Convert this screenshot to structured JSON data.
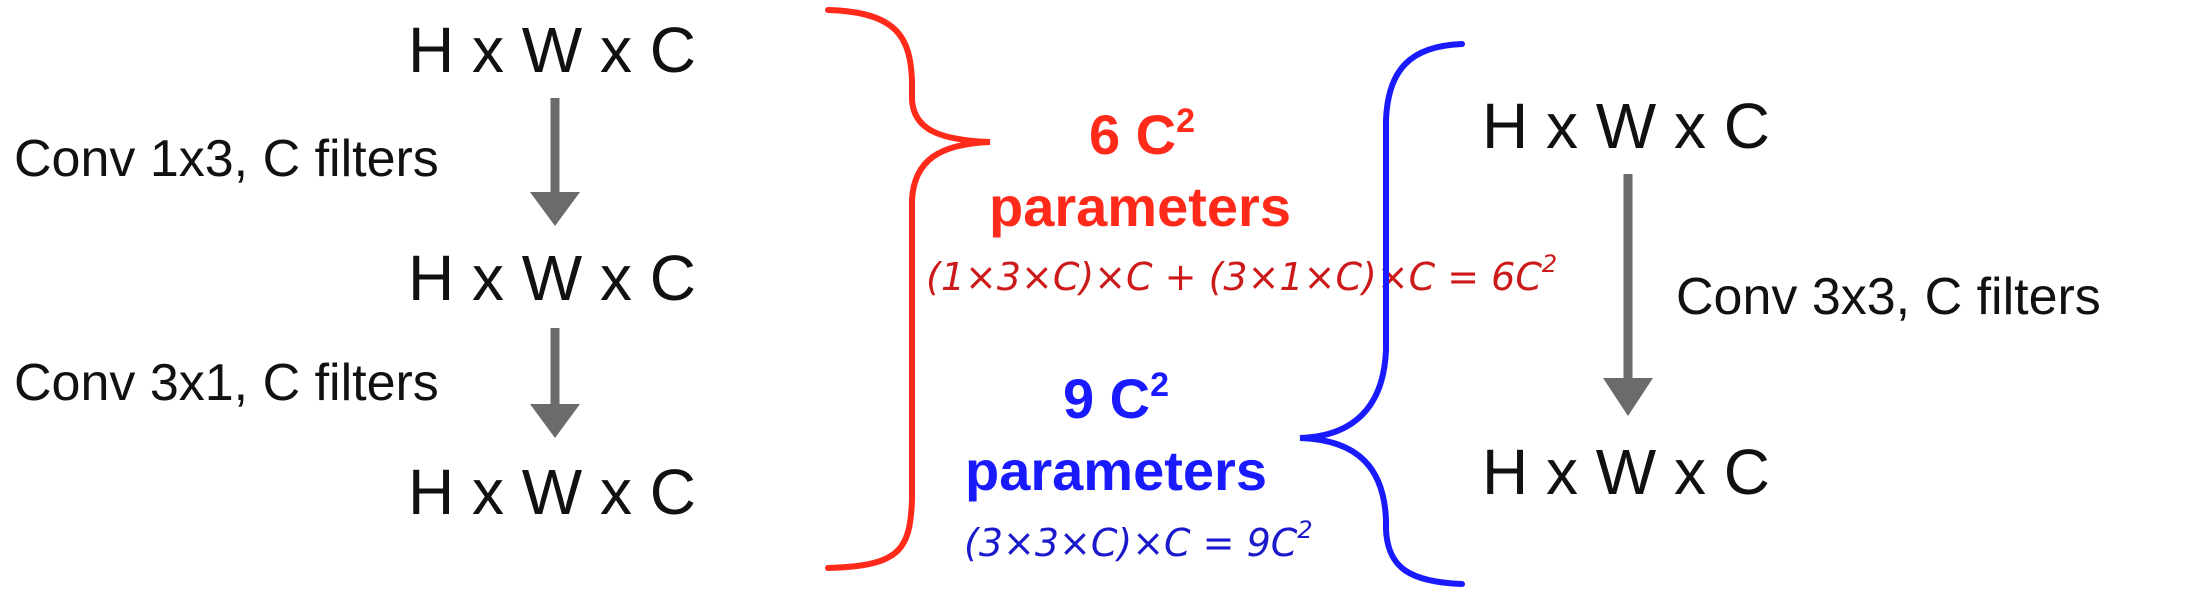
{
  "left_stack": {
    "tensor_top": "H x W x C",
    "op_1": "Conv 1x3, C filters",
    "tensor_mid": "H x W x C",
    "op_2": "Conv 3x1, C filters",
    "tensor_bottom": "H x W x C"
  },
  "factorized": {
    "count": "6 C",
    "exponent": "2",
    "unit": "parameters",
    "note": "(1×3×C)×C + (3×1×C)×C = 6C",
    "note_exponent": "2",
    "color": "#ff2a1a"
  },
  "full": {
    "count": "9 C",
    "exponent": "2",
    "unit": "parameters",
    "note": "(3×3×C)×C = 9C",
    "note_exponent": "2",
    "color": "#1a1aff"
  },
  "right_stack": {
    "tensor_top": "H x W x C",
    "op": "Conv 3x3, C filters",
    "tensor_bottom": "H x W x C"
  },
  "colors": {
    "arrow": "#6b6b6b",
    "text": "#111111"
  }
}
